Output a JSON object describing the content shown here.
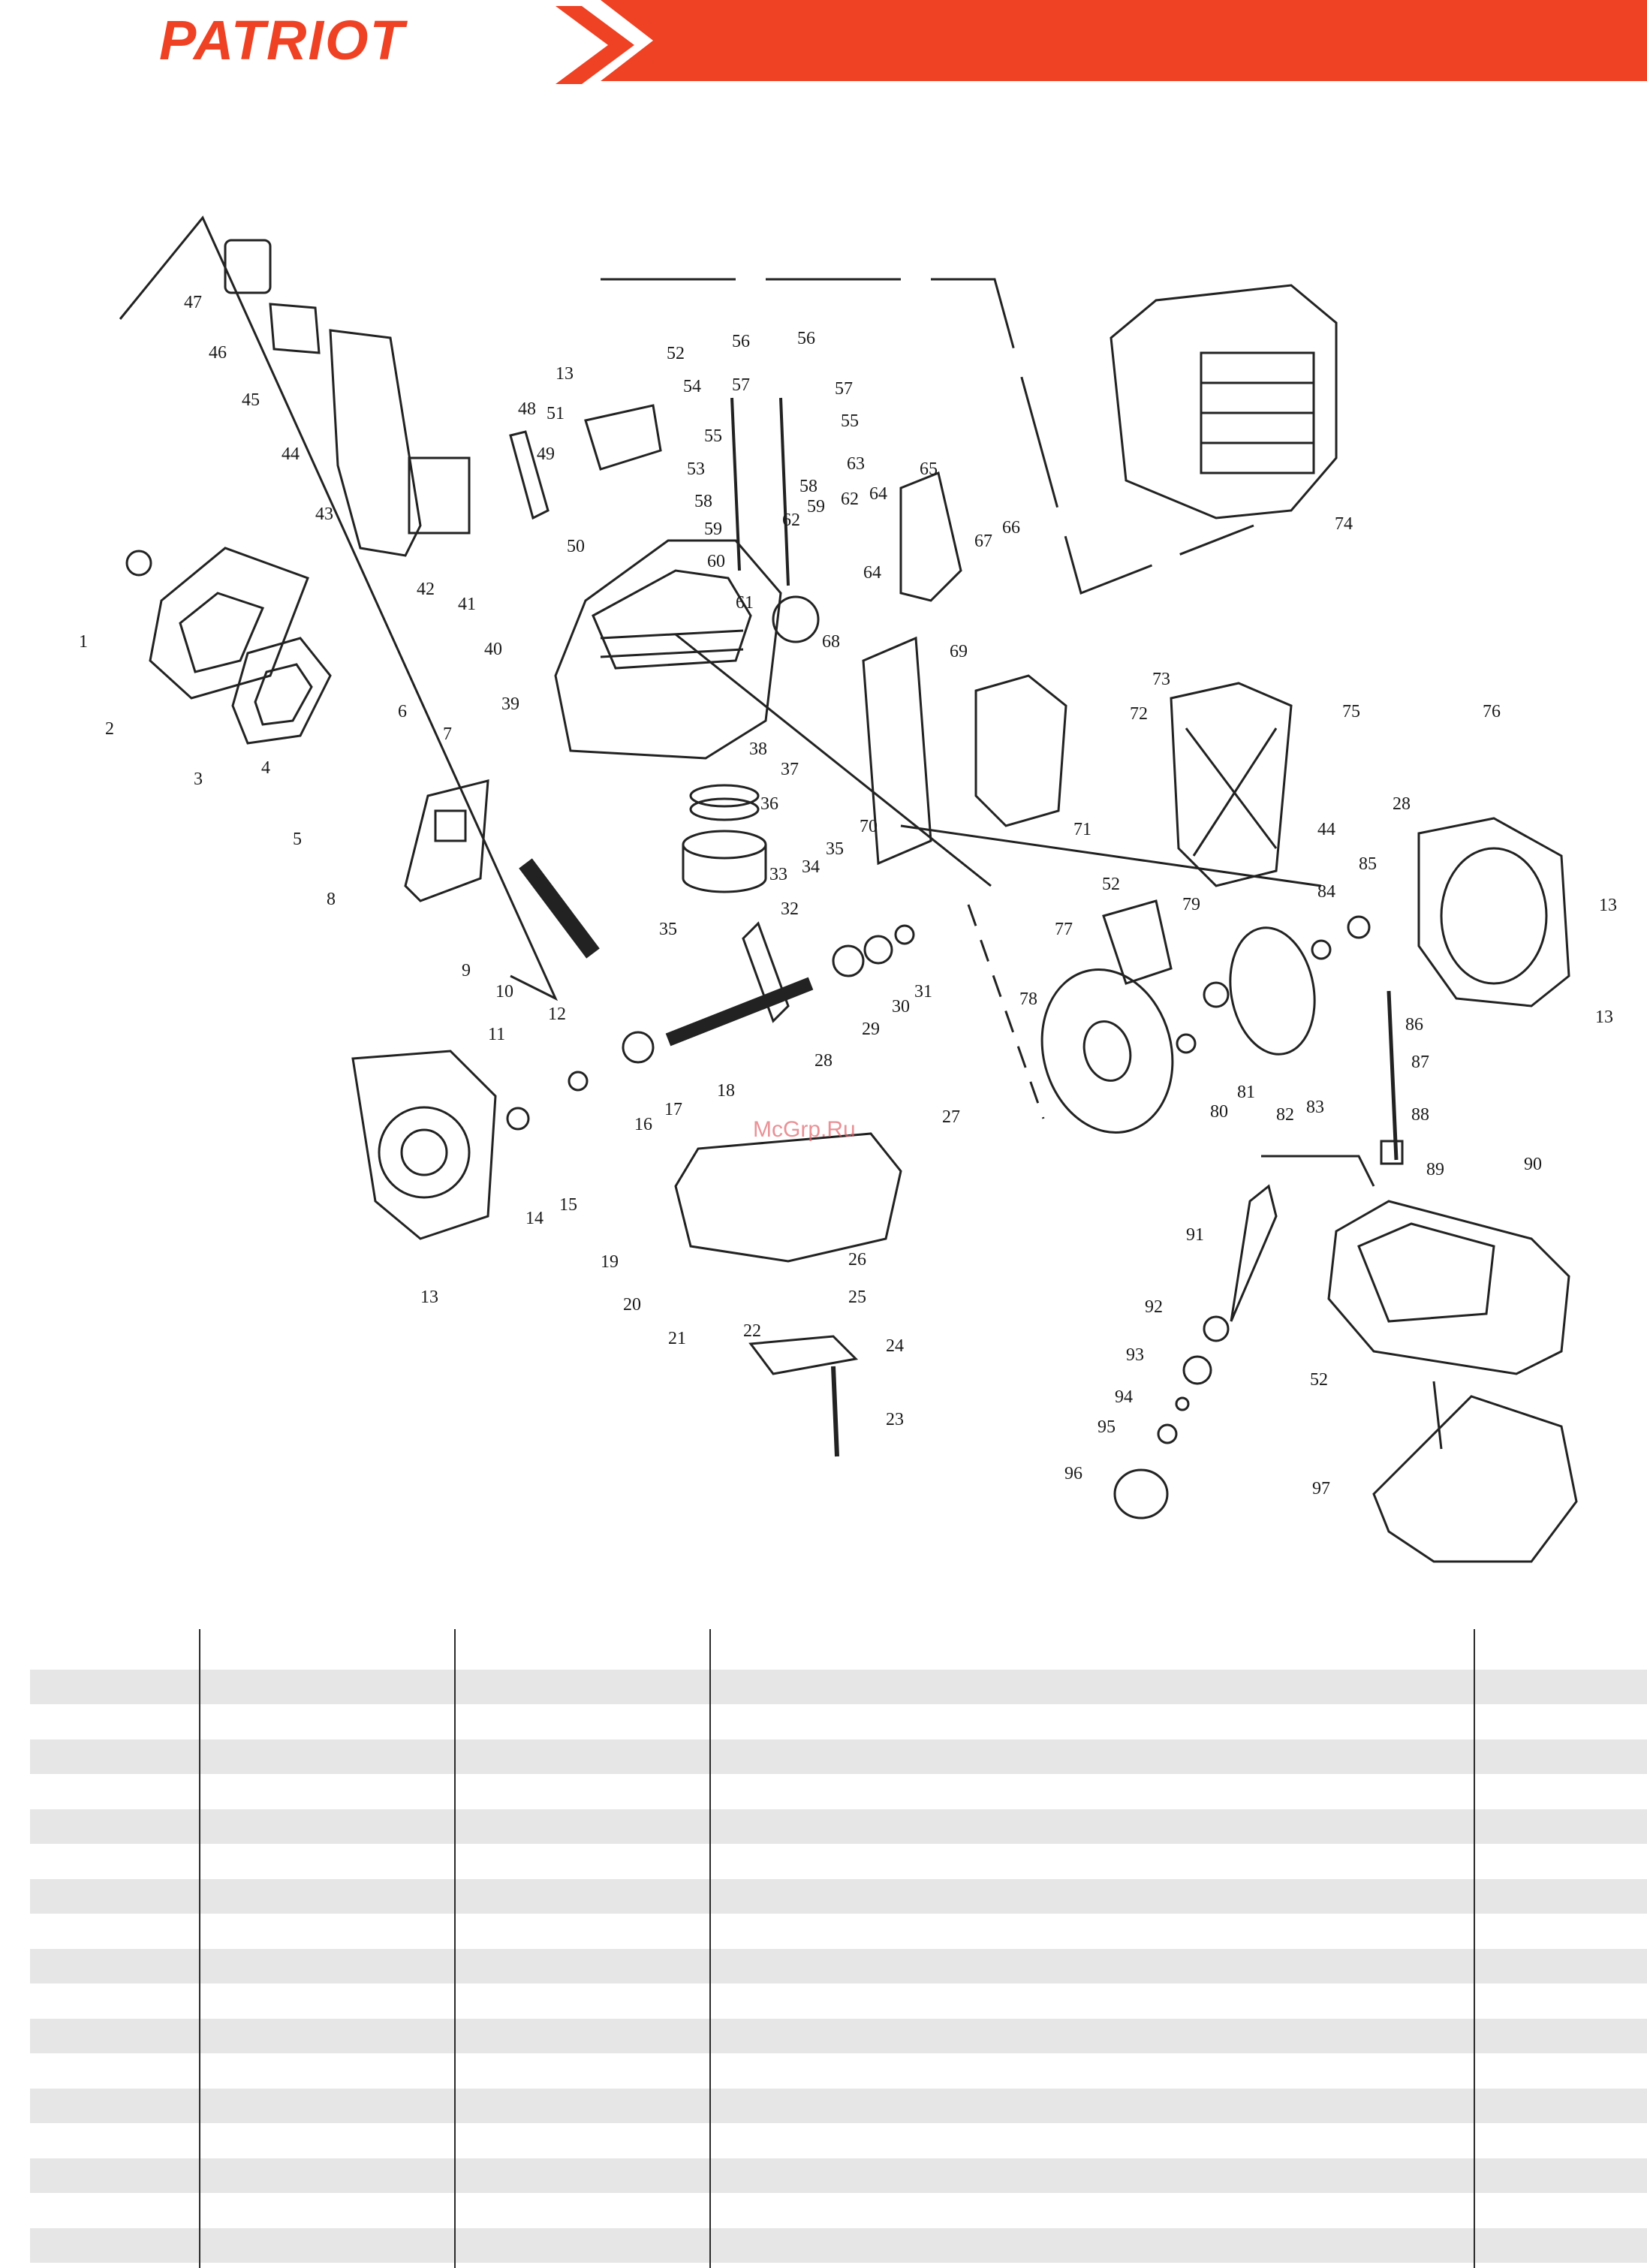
{
  "brand": {
    "name": "PATRIOT",
    "accent_color": "#ef4123"
  },
  "diagram": {
    "part_numbers": [
      "1",
      "2",
      "3",
      "4",
      "5",
      "6",
      "7",
      "8",
      "9",
      "10",
      "11",
      "12",
      "13",
      "14",
      "15",
      "16",
      "17",
      "18",
      "19",
      "20",
      "21",
      "22",
      "23",
      "24",
      "25",
      "26",
      "27",
      "28",
      "29",
      "30",
      "31",
      "32",
      "33",
      "34",
      "35",
      "36",
      "37",
      "38",
      "39",
      "40",
      "41",
      "42",
      "43",
      "44",
      "45",
      "46",
      "47",
      "48",
      "49",
      "50",
      "51",
      "52",
      "53",
      "54",
      "55",
      "56",
      "57",
      "58",
      "59",
      "60",
      "61",
      "62",
      "63",
      "64",
      "65",
      "66",
      "67",
      "68",
      "69",
      "70",
      "71",
      "72",
      "73",
      "74",
      "75",
      "76",
      "77",
      "78",
      "79",
      "80",
      "81",
      "82",
      "83",
      "84",
      "85",
      "86",
      "87",
      "88",
      "89",
      "90",
      "91",
      "92",
      "93",
      "94",
      "95",
      "96",
      "97"
    ],
    "watermark": "McGrp.Ru"
  },
  "parts_table": {
    "columns": [
      "",
      "",
      "",
      "",
      ""
    ],
    "row_count": 17,
    "shade_color": "#e6e6e6"
  }
}
